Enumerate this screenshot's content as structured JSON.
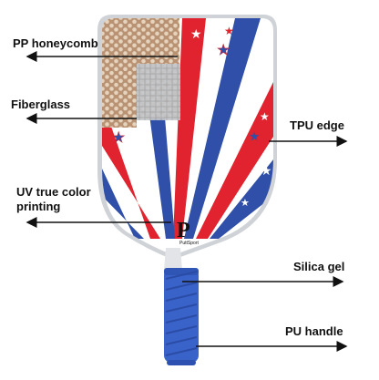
{
  "colors": {
    "red": "#e0232e",
    "blue": "#2f4fa8",
    "white": "#ffffff",
    "edge": "#cfd2d6",
    "handle": "#3a63c9",
    "honeycomb": "#c9a585",
    "fiberglass": "#b9bcc0",
    "arrow": "#111111"
  },
  "labels": {
    "pp_honeycomb": "PP honeycomb",
    "fiberglass": "Fiberglass",
    "tpu_edge": "TPU edge",
    "uv_printing": "UV true color printing",
    "silica_gel": "Silica gel",
    "pu_handle": "PU handle"
  },
  "logo": {
    "letter": "P",
    "text": "PuttSport"
  }
}
